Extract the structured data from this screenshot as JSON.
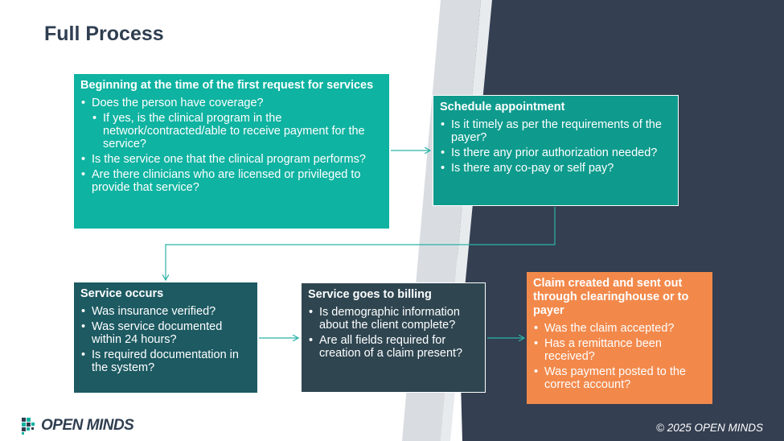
{
  "title": "Full Process",
  "steps": [
    {
      "heading": "Beginning at the time of the first request for services",
      "bullets": [
        "Does the person have coverage?",
        "If yes, is the clinical program in the network/contracted/able to receive payment for the service?",
        "Is the service one that the clinical program performs?",
        "Are there clinicians who are licensed or privileged to provide that service?"
      ]
    },
    {
      "heading": "Schedule appointment",
      "bullets": [
        "Is it timely as per the requirements of the payer?",
        "Is there any prior authorization needed?",
        "Is there any co-pay or self pay?"
      ]
    },
    {
      "heading": "Service occurs",
      "bullets": [
        "Was insurance verified?",
        "Was service documented within 24 hours?",
        "Is required documentation in the system?"
      ]
    },
    {
      "heading": "Service goes to billing",
      "bullets": [
        "Is demographic information about the client complete?",
        "Are all fields required for creation of a claim present?"
      ]
    },
    {
      "heading": "Claim created and sent out through clearinghouse or to payer",
      "bullets": [
        "Was the claim accepted?",
        "Has a remittance been received?",
        "Was payment posted to the correct account?"
      ]
    }
  ],
  "footer": {
    "logo_text": "OPEN MINDS",
    "copyright": "© 2025 OPEN MINDS"
  },
  "colors": {
    "dark_panel": "#343f51",
    "step1": "#0fb3a1",
    "step2": "#0e9b8d",
    "step3": "#1d5a62",
    "step4": "#2f4651",
    "step5": "#f2894b",
    "arrow": "#2bb3a6"
  }
}
